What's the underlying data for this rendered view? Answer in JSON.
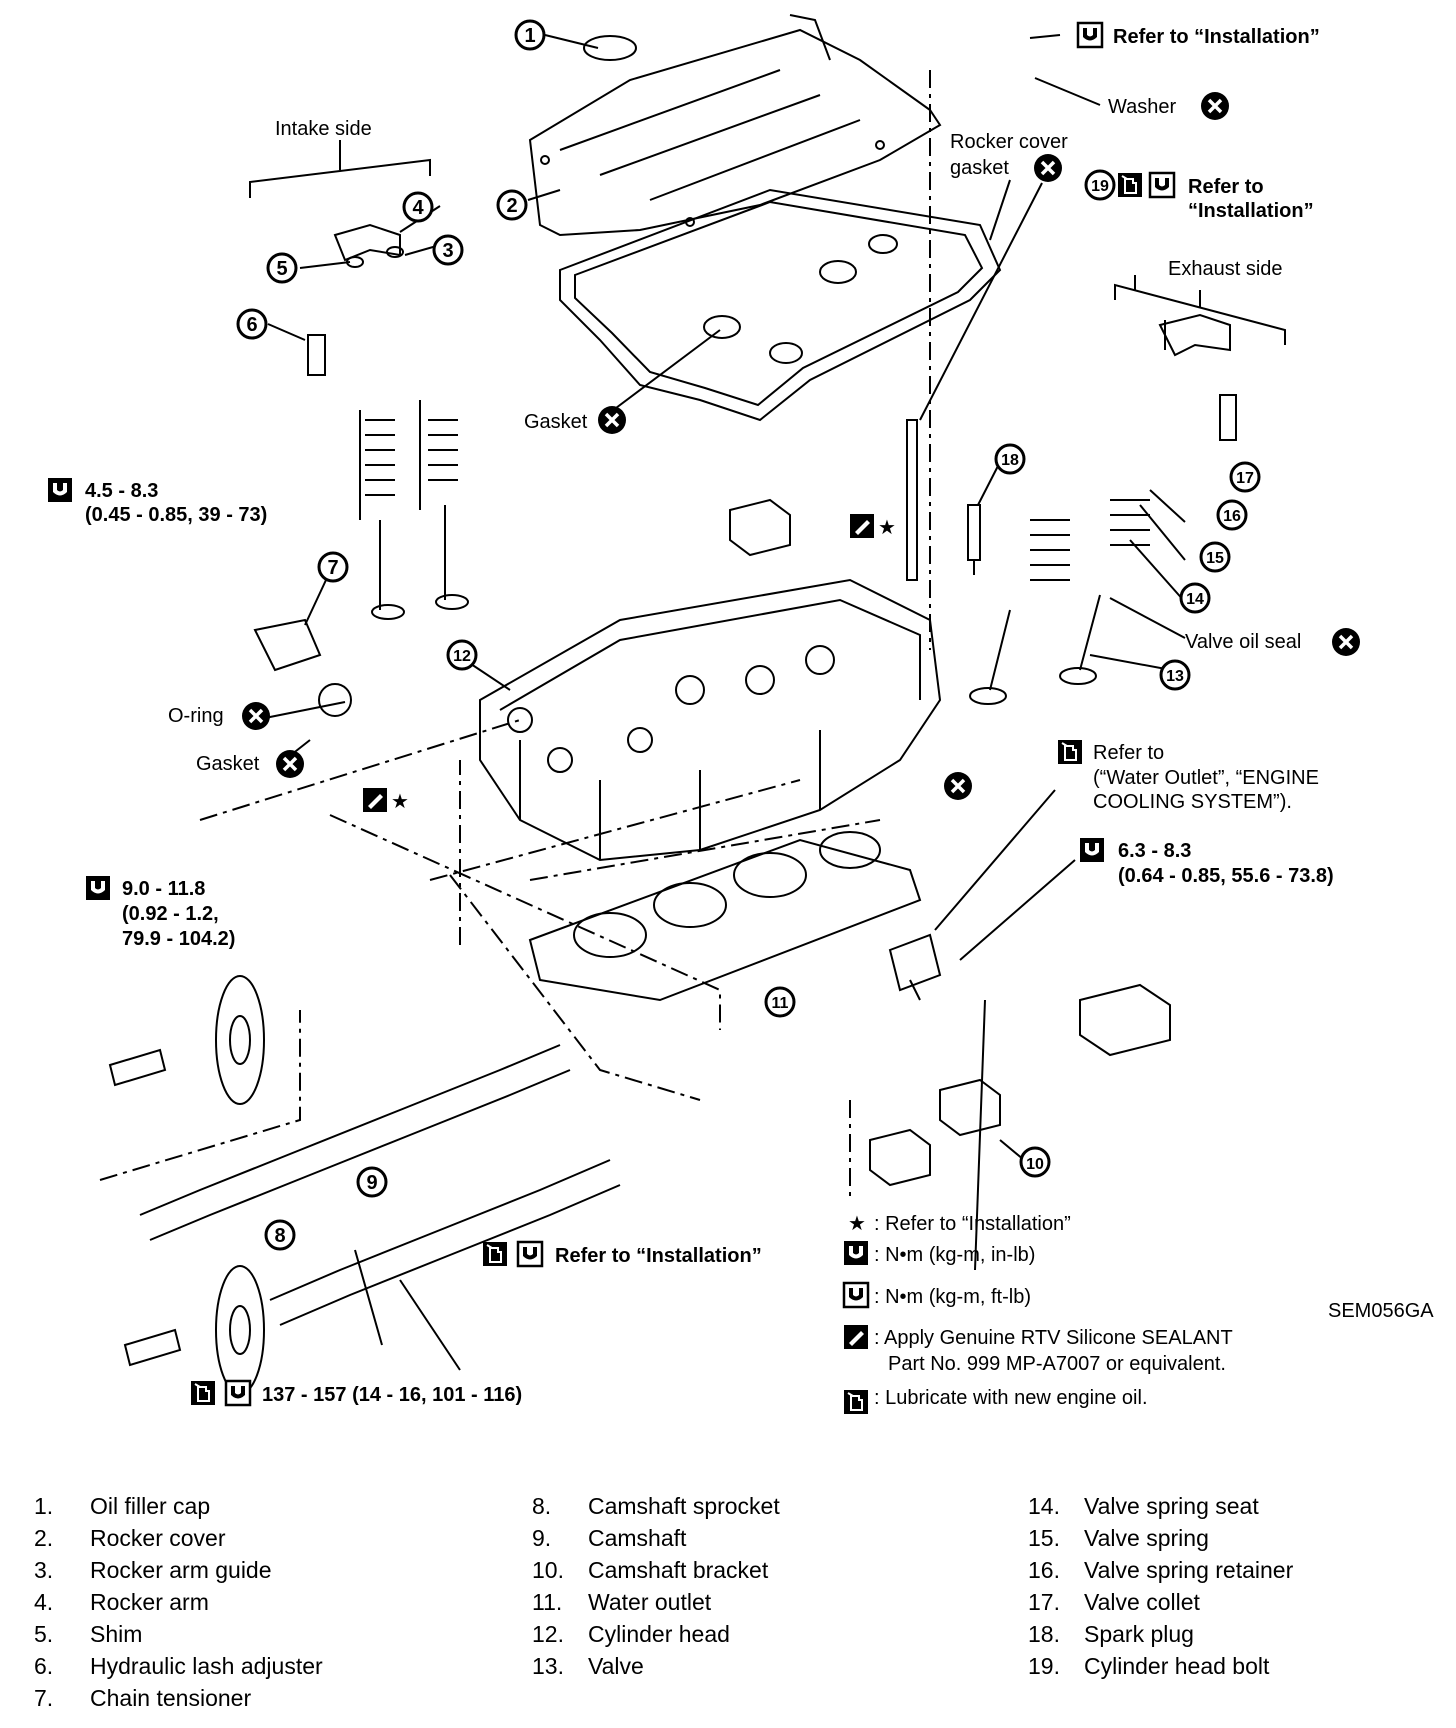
{
  "figure_code": "SEM056GA",
  "callouts": {
    "c1": "1",
    "c2": "2",
    "c3": "3",
    "c4": "4",
    "c5": "5",
    "c6": "6",
    "c7": "7",
    "c8": "8",
    "c9": "9",
    "c10": "10",
    "c11": "11",
    "c12": "12",
    "c13": "13",
    "c14": "14",
    "c15": "15",
    "c16": "16",
    "c17": "17",
    "c18": "18",
    "c19": "19"
  },
  "labels": {
    "intake_side": "Intake side",
    "exhaust_side": "Exhaust side",
    "rocker_cover_gasket_1": "Rocker cover",
    "rocker_cover_gasket_2": "gasket",
    "washer": "Washer",
    "gasket_upper": "Gasket",
    "o_ring": "O-ring",
    "gasket_lower": "Gasket",
    "valve_oil_seal": "Valve oil seal",
    "refer_install_top": "Refer to “Installation”",
    "refer_to": "Refer to",
    "installation_q": "“Installation”",
    "refer_install_mid": "Refer to “Installation”",
    "water_outlet_1": "Refer to",
    "water_outlet_2": "(“Water Outlet”, “ENGINE",
    "water_outlet_3": "COOLING SYSTEM”).",
    "torque_a_1": "4.5 - 8.3",
    "torque_a_2": "(0.45 - 0.85, 39 - 73)",
    "torque_b_1": "9.0 - 11.8",
    "torque_b_2": "(0.92 - 1.2,",
    "torque_b_3": "79.9 - 104.2)",
    "torque_c_1": "6.3 - 8.3",
    "torque_c_2": "(0.64 - 0.85, 55.6 - 73.8)",
    "torque_d": "137 - 157 (14 - 16, 101 - 116)",
    "star": "★"
  },
  "legend": {
    "star": ": Refer to “Installation”",
    "inlb": ": N•m (kg-m, in-lb)",
    "ftlb": ": N•m (kg-m, ft-lb)",
    "sealant_1": ": Apply Genuine RTV Silicone SEALANT",
    "sealant_2": "Part No. 999 MP-A7007 or equivalent.",
    "oil": ": Lubricate with new engine oil."
  },
  "parts": [
    {
      "n": "1.",
      "name": "Oil filler cap"
    },
    {
      "n": "2.",
      "name": "Rocker cover"
    },
    {
      "n": "3.",
      "name": "Rocker arm guide"
    },
    {
      "n": "4.",
      "name": "Rocker arm"
    },
    {
      "n": "5.",
      "name": "Shim"
    },
    {
      "n": "6.",
      "name": "Hydraulic lash adjuster"
    },
    {
      "n": "7.",
      "name": "Chain tensioner"
    },
    {
      "n": "8.",
      "name": "Camshaft sprocket"
    },
    {
      "n": "9.",
      "name": "Camshaft"
    },
    {
      "n": "10.",
      "name": "Camshaft bracket"
    },
    {
      "n": "11.",
      "name": "Water outlet"
    },
    {
      "n": "12.",
      "name": "Cylinder head"
    },
    {
      "n": "13.",
      "name": "Valve"
    },
    {
      "n": "14.",
      "name": "Valve spring seat"
    },
    {
      "n": "15.",
      "name": "Valve spring"
    },
    {
      "n": "16.",
      "name": "Valve spring retainer"
    },
    {
      "n": "17.",
      "name": "Valve collet"
    },
    {
      "n": "18.",
      "name": "Spark plug"
    },
    {
      "n": "19.",
      "name": "Cylinder head bolt"
    }
  ]
}
